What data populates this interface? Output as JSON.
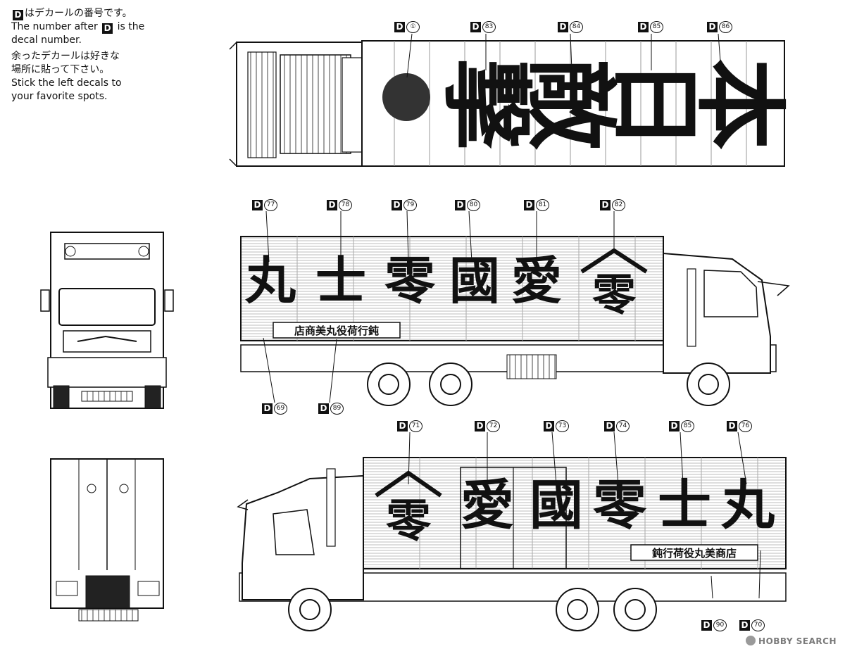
{
  "legend": {
    "line1_jp": "はデカールの番号です。",
    "line2_en_a": "The number after",
    "line2_en_b": "is the",
    "line3_en": "decal number.",
    "line4_jp": "余ったデカールは好きな",
    "line5_jp": "場所に貼って下さい。",
    "line6_en": "Stick the left decals to",
    "line7_en": "your favorite spots.",
    "badge": "D"
  },
  "top_view": {
    "kanji": [
      "撃",
      "敵",
      "日",
      "本"
    ],
    "callouts": [
      "①",
      "83",
      "84",
      "85",
      "86"
    ]
  },
  "left_side": {
    "kanji": [
      "丸",
      "士",
      "零",
      "國",
      "愛",
      "零"
    ],
    "banner": "店商美丸役荷行鈍",
    "callouts_top": [
      "77",
      "78",
      "79",
      "80",
      "81",
      "82"
    ],
    "callouts_bottom": [
      "69",
      "89"
    ]
  },
  "right_side": {
    "kanji": [
      "零",
      "愛",
      "國",
      "零",
      "士",
      "丸"
    ],
    "banner": "鈍行荷役丸美商店",
    "callouts_top": [
      "71",
      "72",
      "73",
      "74",
      "85",
      "76"
    ],
    "callouts_bottom": [
      "90",
      "70"
    ]
  },
  "watermark": "HOBBY SEARCH"
}
